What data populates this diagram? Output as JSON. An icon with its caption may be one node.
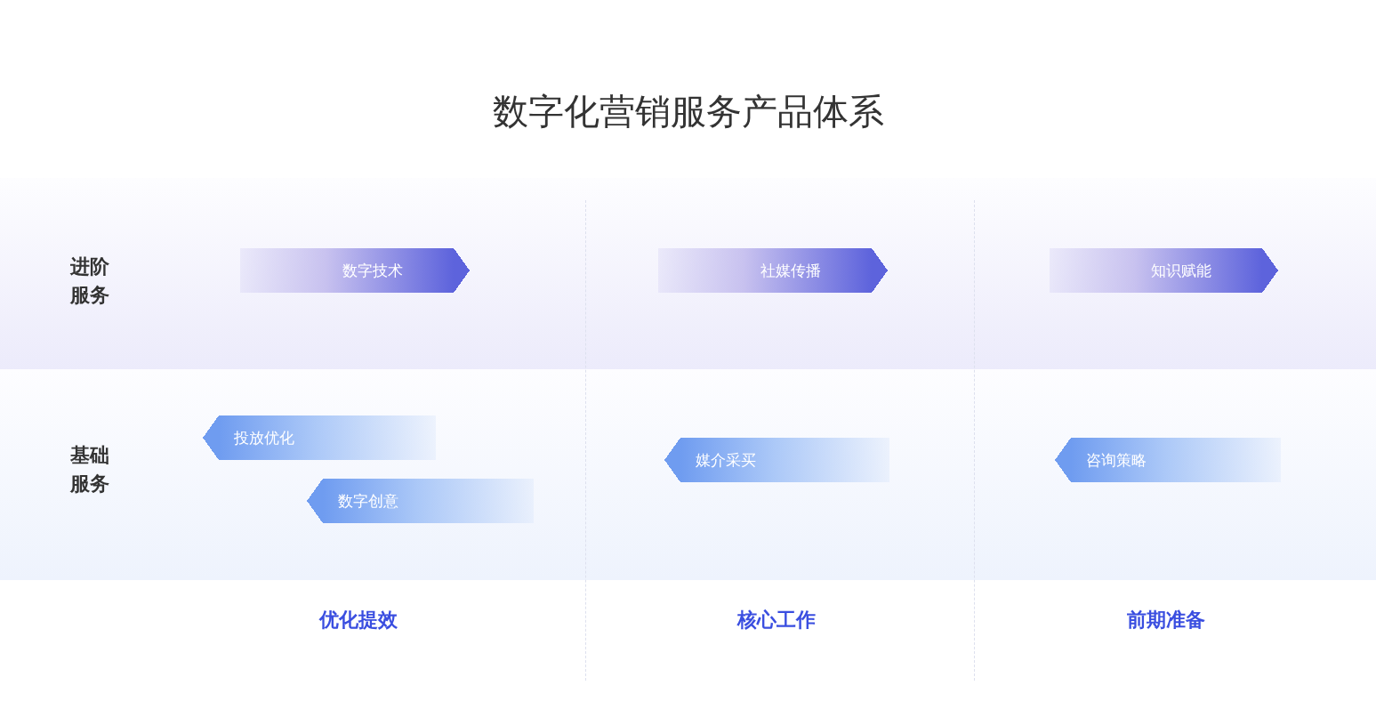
{
  "diagram": {
    "title": "数字化营销服务产品体系",
    "nodes": [
      {
        "text": [
          "数字技术"
        ]
      },
      {
        "text": [
          "社媒传播"
        ]
      },
      {
        "text": [
          "知识赋能"
        ]
      },
      {
        "text": [
          "投放优化"
        ]
      },
      {
        "text": [
          "数字创意"
        ]
      },
      {
        "text": [
          "媒介采买"
        ]
      },
      {
        "text": [
          "咨询策略"
        ]
      }
    ],
    "labels": [
      "进阶服务",
      "基础服务",
      "优化提效",
      "核心工作",
      "前期准备"
    ]
  }
}
